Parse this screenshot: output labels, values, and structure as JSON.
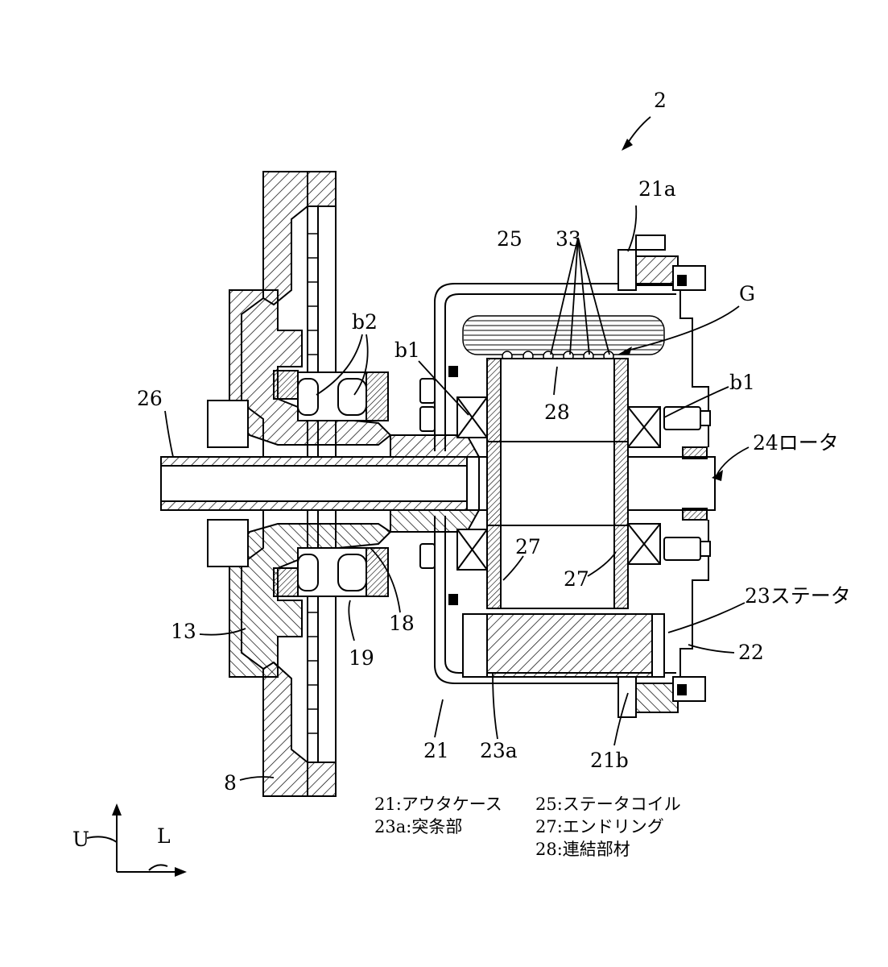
{
  "figure_number": "2",
  "labels": {
    "l_2": "2",
    "l_21a": "21a",
    "l_25": "25",
    "l_33": "33",
    "l_G": "G",
    "l_b2": "b2",
    "l_b1_left": "b1",
    "l_b1_right": "b1",
    "l_26": "26",
    "l_28": "28",
    "l_24": "24ロータ",
    "l_27_left": "27",
    "l_27_right": "27",
    "l_23": "23ステータ",
    "l_13": "13",
    "l_18": "18",
    "l_19": "19",
    "l_22": "22",
    "l_21": "21",
    "l_23a": "23a",
    "l_21b": "21b",
    "l_8": "8"
  },
  "legend": {
    "col1": [
      "21:アウタケース",
      "23a:突条部"
    ],
    "col2": [
      "25:ステータコイル",
      "27:エンドリング",
      "28:連結部材"
    ]
  },
  "axes": {
    "up": "U",
    "left": "L"
  },
  "colors": {
    "line": "#000000",
    "background": "#ffffff"
  }
}
